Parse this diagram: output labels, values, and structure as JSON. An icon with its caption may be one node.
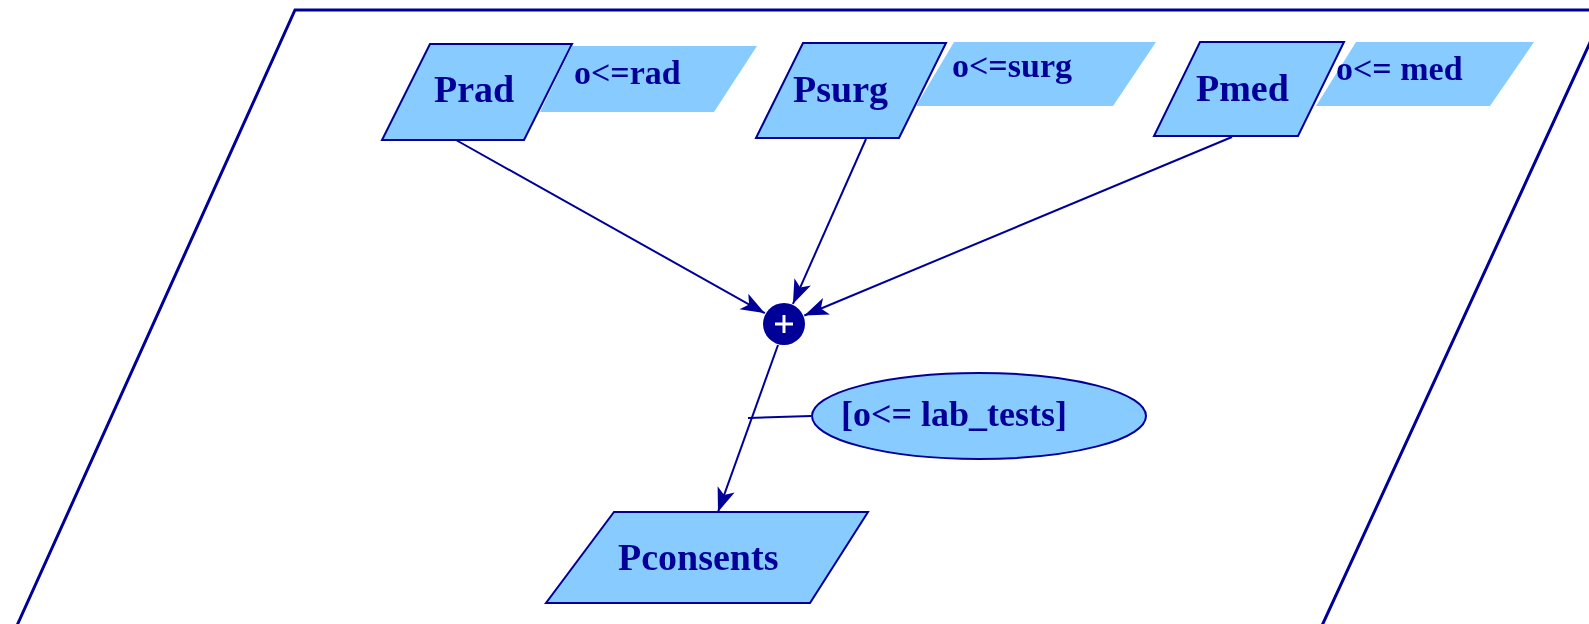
{
  "diagram": {
    "nodes": [
      {
        "text": [],
        "shape": "parallelogram"
      },
      {
        "text": [
          "Prad"
        ],
        "in": 0
      },
      {
        "text": [
          "o<=rad"
        ],
        "in": 0
      },
      {
        "text": [
          "Psurg"
        ],
        "in": 0
      },
      {
        "text": [
          "o<=surg"
        ],
        "in": 0
      },
      {
        "text": [
          "Pmed"
        ],
        "in": 0
      },
      {
        "text": [
          "o<= med"
        ],
        "in": 0
      },
      {
        "text": [],
        "shape": "circle",
        "in": 0
      },
      {
        "text": [
          "[o<= lab_tests]"
        ],
        "in": 0
      },
      {
        "text": [
          "Pconsents"
        ],
        "in": 0
      }
    ],
    "edges": [
      {
        "from": 1,
        "to": 7,
        "arrow": "to"
      },
      {
        "from": 3,
        "to": 7,
        "arrow": "to"
      },
      {
        "from": 5,
        "to": 7,
        "arrow": "to"
      },
      {
        "from": 7,
        "to": 9,
        "arrow": "to"
      },
      {
        "from": 8,
        "to": null,
        "arrow": "none"
      }
    ]
  }
}
